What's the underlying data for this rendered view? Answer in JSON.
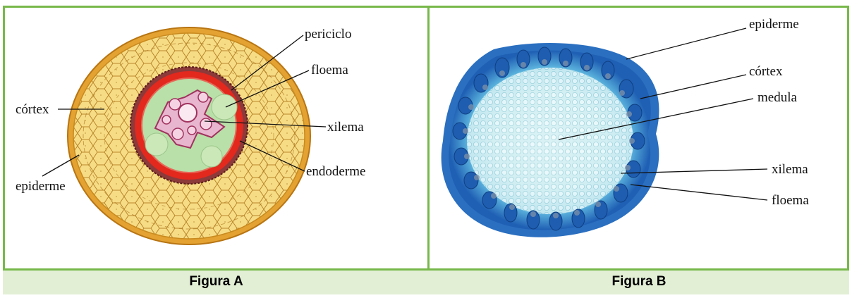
{
  "figure_a": {
    "caption": "Figura A",
    "labels": {
      "periciclo": "periciclo",
      "floema": "floema",
      "cortex": "córtex",
      "xilema": "xilema",
      "endoderme": "endoderme",
      "epiderme": "epiderme"
    }
  },
  "figure_b": {
    "caption": "Figura B",
    "labels": {
      "epiderme": "epiderme",
      "cortex": "córtex",
      "medula": "medula",
      "xilema": "xilema",
      "floema": "floema"
    }
  },
  "colors": {
    "border": "#77b84a",
    "caption_bg": "#e2efd5",
    "root_cortex": "#f5d675",
    "root_epidermis": "#e0a02a",
    "root_endodermis": "#d8261c",
    "stem_blue": "#2f79c8",
    "stem_light": "#b8e6ef"
  }
}
